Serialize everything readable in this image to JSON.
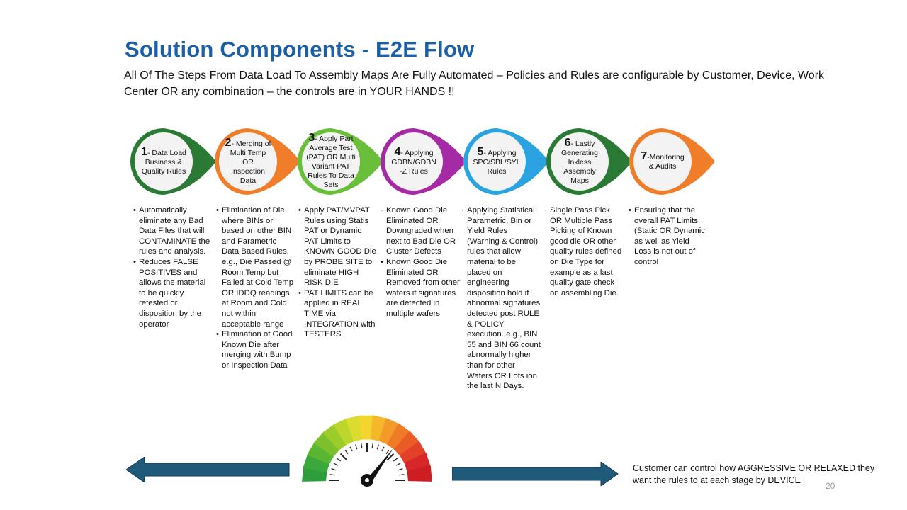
{
  "title": "Solution Components  - E2E Flow",
  "subtitle": "All Of The Steps From Data Load To Assembly Maps Are Fully Automated – Policies and Rules are configurable by Customer, Device, Work Center OR any combination – the controls are in YOUR HANDS !!",
  "steps": [
    {
      "num": "1",
      "label": "- Data Load\nBusiness &\nQuality Rules",
      "color": "#2a7a36"
    },
    {
      "num": "2",
      "label": "- Merging of\nMulti Temp\nOR\nInspection\nData",
      "color": "#f07d2a"
    },
    {
      "num": "3",
      "label": "- Apply Part\nAverage Test\n(PAT)  OR Multi\nVariant PAT\nRules To Data\nSets",
      "color": "#6abf3a"
    },
    {
      "num": "4",
      "label": "- Applying\nGDBN/GDBN\n-Z Rules",
      "color": "#a52aa5"
    },
    {
      "num": "5",
      "label": "- Applying\nSPC/SBL/SYL\nRules",
      "color": "#2aa3e0"
    },
    {
      "num": "6",
      "label": "- Lastly\nGenerating\nInkless\nAssembly\nMaps",
      "color": "#2a7a36"
    },
    {
      "num": "7",
      "label": "-Monitoring\n& Audits",
      "color": "#f07d2a"
    }
  ],
  "descriptions": [
    [
      {
        "mark": "•",
        "text": "Automatically eliminate any Bad Data Files that will CONTAMINATE the rules and analysis."
      },
      {
        "mark": "•",
        "text": "Reduces FALSE POSITIVES and allows the material to be quickly retested or disposition by the operator"
      }
    ],
    [
      {
        "mark": "•",
        "text": "Elimination of Die where BINs or based on other BIN and Parametric Data Based Rules. e.g., Die Passed @ Room Temp but Failed at Cold Temp OR IDDQ readings at Room and Cold not within acceptable range"
      },
      {
        "mark": "•",
        "text": "Elimination of Good Known Die after merging with Bump or Inspection Data"
      }
    ],
    [
      {
        "mark": "•",
        "text": "Apply PAT/MVPAT Rules using Statis PAT or Dynamic PAT Limits to KNOWN GOOD Die by PROBE SITE to eliminate HIGH RISK DIE"
      },
      {
        "mark": "•",
        "text": "PAT LIMITS can be applied in REAL TIME via INTEGRATION with TESTERS"
      }
    ],
    [
      {
        "mark": "·",
        "text": "Known Good Die Eliminated OR Downgraded when next to Bad Die OR Cluster Defects"
      },
      {
        "mark": "•",
        "text": "Known Good Die Eliminated OR Removed from other wafers if signatures are detected in multiple wafers"
      }
    ],
    [
      {
        "mark": "·",
        "text": "Applying Statistical Parametric, Bin or Yield Rules (Warning & Control) rules that allow material to be placed on engineering disposition hold if abnormal signatures detected post RULE & POLICY execution. e.g., BIN 55 and BIN 66 count abnormally higher than for other Wafers OR Lots ion the last N Days."
      }
    ],
    [
      {
        "mark": "·",
        "text": "Single Pass Pick OR Multiple Pass Picking of Known good die OR other quality rules defined on Die Type for example as a last quality gate check on assembling Die."
      }
    ],
    [
      {
        "mark": "•",
        "text": "Ensuring that the overall PAT Limits (Static OR Dynamic as well as Yield Loss is not out of control"
      }
    ]
  ],
  "footnote": "Customer can control how AGGRESSIVE OR RELAXED they want the rules to at each stage by DEVICE",
  "page_number": "20",
  "colors": {
    "title": "#1c5fa8",
    "arrow": "#1f5a7a"
  }
}
